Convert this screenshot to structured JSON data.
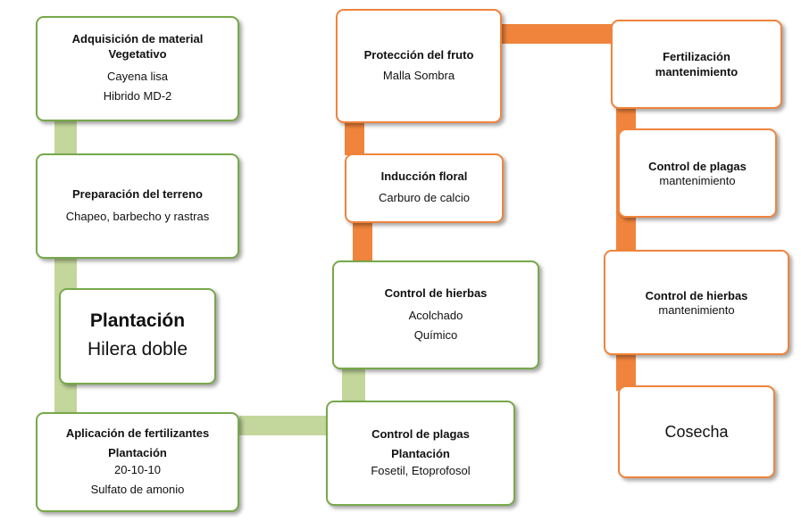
{
  "nodes": {
    "adquisicion": {
      "title_1": "Adquisición de material",
      "title_2": "Vegetativo",
      "line_1": "Cayena lisa",
      "line_2": "Hibrido MD-2"
    },
    "preparacion": {
      "title": "Preparación del terreno",
      "line_1": "Chapeo, barbecho y rastras"
    },
    "plantacion": {
      "title": "Plantación",
      "line_1": "Hilera doble"
    },
    "aplicacion": {
      "title_1": "Aplicación de fertilizantes",
      "title_2": "Plantación",
      "line_1": "20-10-10",
      "line_2": "Sulfato de amonio"
    },
    "control_plagas_plantacion": {
      "title_1": "Control de plagas",
      "title_2": "Plantación",
      "line_1": "Fosetil, Etoprofosol"
    },
    "control_hierbas": {
      "title": "Control de hierbas",
      "line_1": "Acolchado",
      "line_2": "Químico"
    },
    "induccion": {
      "title": "Inducción floral",
      "line_1": "Carburo de calcio"
    },
    "proteccion": {
      "title": "Protección del fruto",
      "line_1": "Malla Sombra"
    },
    "fertilizacion_mant": {
      "title_1": "Fertilización",
      "title_2": "mantenimiento"
    },
    "control_plagas_mant": {
      "title": "Control de plagas",
      "line_1": "mantenimiento"
    },
    "control_hierbas_mant": {
      "title": "Control de hierbas",
      "line_1": "mantenimiento"
    },
    "cosecha": {
      "title": "Cosecha"
    }
  },
  "colors": {
    "green_border": "#77a84a",
    "green_connector": "#c3d69b",
    "orange": "#f0843c"
  }
}
